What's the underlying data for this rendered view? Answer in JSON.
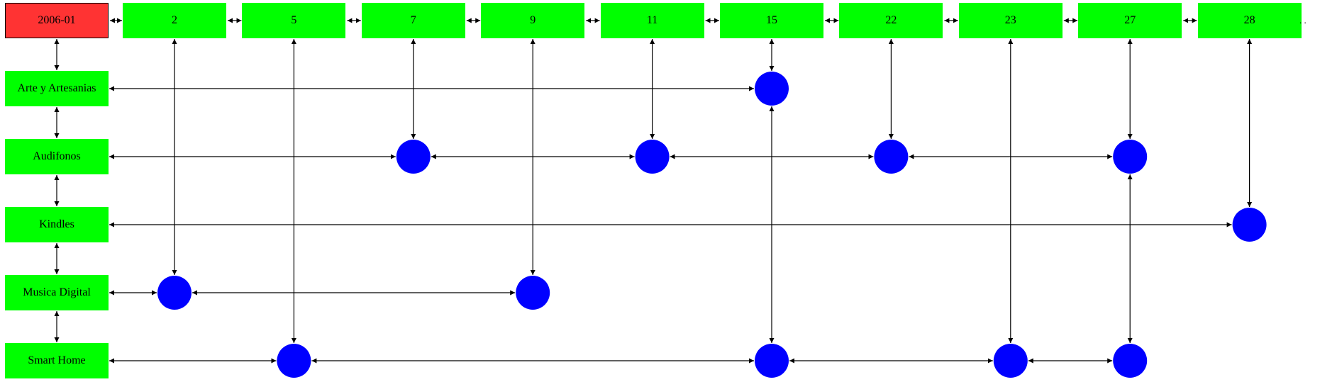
{
  "title": "2006-01",
  "ellipsis": ". .",
  "colors": {
    "title_fill": "#ff3333",
    "box_fill": "#00ff00",
    "dot_fill": "#0000ff",
    "edge": "#000000"
  },
  "columns": [
    "2",
    "5",
    "7",
    "9",
    "11",
    "15",
    "22",
    "23",
    "27",
    "28"
  ],
  "rows": [
    "Arte y Artesanias",
    "Audifonos",
    "Kindles",
    "Musica Digital",
    "Smart Home"
  ],
  "dots": [
    {
      "row": "Arte y Artesanias",
      "col": "15"
    },
    {
      "row": "Audifonos",
      "col": "7"
    },
    {
      "row": "Audifonos",
      "col": "11"
    },
    {
      "row": "Audifonos",
      "col": "22"
    },
    {
      "row": "Audifonos",
      "col": "27"
    },
    {
      "row": "Kindles",
      "col": "28"
    },
    {
      "row": "Musica Digital",
      "col": "2"
    },
    {
      "row": "Musica Digital",
      "col": "9"
    },
    {
      "row": "Smart Home",
      "col": "5"
    },
    {
      "row": "Smart Home",
      "col": "15"
    },
    {
      "row": "Smart Home",
      "col": "23"
    },
    {
      "row": "Smart Home",
      "col": "27"
    }
  ]
}
